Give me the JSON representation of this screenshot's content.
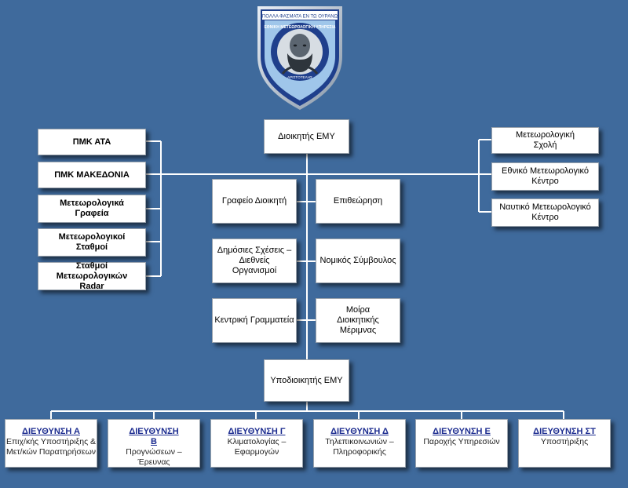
{
  "emblem": {
    "motto": "ΠΟΛΛΑ ΦΑΣΜΑΤΑ ΕΝ ΤΩ ΟΥΡΑΝΩ",
    "ring_text": "ΕΘΝΙΚΗ ΜΕΤΕΩΡΟΛΟΓΙΚΗ ΥΠΗΡΕΣΙΑ",
    "figure_name": "ΑΡΙΣΤΟΤΕΛΗΣ"
  },
  "colors": {
    "background": "#3f6a9c",
    "connector": "#ffffff",
    "directorate_title": "#1b2b8f",
    "shield_blue": "#1f3f8c",
    "shield_light": "#9fc6ea"
  },
  "top": {
    "commander": "Διοικητής ΕΜΥ",
    "deputy": "Υποδιοικητής ΕΜΥ"
  },
  "left_units": [
    {
      "label": "ΠΜΚ ΑΤΑ"
    },
    {
      "label": "ΠΜΚ ΜΑΚΕΔΟΝΙΑ"
    },
    {
      "label": "Μετεωρολογικά Γραφεία"
    },
    {
      "label": "Μετεωρολογικοί Σταθμοί"
    },
    {
      "label": "Σταθμοί Μετεωρολογικών Radar"
    }
  ],
  "right_units": [
    {
      "label": "Μετεωρολογική Σχολή"
    },
    {
      "label": "Εθνικό Μετεωρολογικό Κέντρο"
    },
    {
      "label": "Ναυτικό Μετεωρολογικό Κέντρο"
    }
  ],
  "staff_left": [
    {
      "label": "Γραφείο Διοικητή"
    },
    {
      "label": "Δημόσιες Σχέσεις – Διεθνείς Οργανισμοί"
    },
    {
      "label": "Κεντρική Γραμματεία"
    }
  ],
  "staff_right": [
    {
      "label": "Επιθεώρηση"
    },
    {
      "label": "Νομικός Σύμβουλος"
    },
    {
      "label": "Μοίρα Διοικητικής Μέριμνας"
    }
  ],
  "directorates": [
    {
      "title": "ΔΙΕΥΘΥΝΣΗ Α",
      "sub": "Επιχ/κής Υποστήριξης & Μετ/κών Παρατηρήσεων"
    },
    {
      "title": "ΔΙΕΥΘΥΝΣΗ Β",
      "sub": "Προγνώσεων – Έρευνας"
    },
    {
      "title": "ΔΙΕΥΘΥΝΣΗ Γ",
      "sub": "Κλιματολογίας – Εφαρμογών"
    },
    {
      "title": "ΔΙΕΥΘΥΝΣΗ Δ",
      "sub": "Τηλεπικοινωνιών – Πληροφορικής"
    },
    {
      "title": "ΔΙΕΥΘΥΝΣΗ Ε",
      "sub": "Παροχής Υπηρεσιών"
    },
    {
      "title": "ΔΙΕΥΘΥΝΣΗ ΣΤ",
      "sub": "Υποστήριξης"
    }
  ]
}
